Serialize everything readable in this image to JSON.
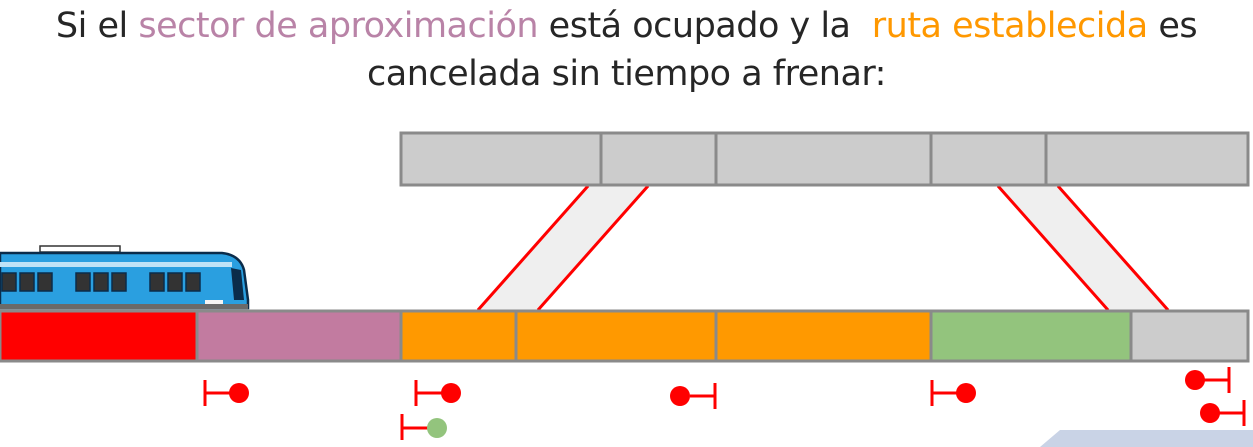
{
  "title": {
    "part1": "Si el ",
    "highlight1": "sector de aproximación",
    "part2": " está ocupado y la  ",
    "highlight2": "ruta establecida",
    "part3": " es",
    "line2": "cancelada sin tiempo a frenar:"
  },
  "colors": {
    "occupied": "#ff0000",
    "approach": "#c27ba0",
    "route": "#ff9900",
    "clear": "#93c47d",
    "track": "#cccccc",
    "border": "#8a8a8a",
    "signal_red": "#ff0000",
    "signal_green": "#93c47d"
  },
  "track_sections": [
    {
      "name": "occupied",
      "color": "#ff0000"
    },
    {
      "name": "approach",
      "color": "#c27ba0"
    },
    {
      "name": "route-1",
      "color": "#ff9900"
    },
    {
      "name": "route-2",
      "color": "#ff9900"
    },
    {
      "name": "route-3",
      "color": "#ff9900"
    },
    {
      "name": "clear",
      "color": "#93c47d"
    },
    {
      "name": "end",
      "color": "#cccccc"
    }
  ],
  "upper_sections": [
    "upper-1",
    "upper-2",
    "upper-3",
    "upper-4",
    "upper-5"
  ],
  "signals": [
    {
      "name": "signal-1",
      "aspect": "red"
    },
    {
      "name": "signal-2",
      "aspect": "red"
    },
    {
      "name": "signal-2-lower",
      "aspect": "green"
    },
    {
      "name": "signal-3",
      "aspect": "red"
    },
    {
      "name": "signal-4",
      "aspect": "red"
    },
    {
      "name": "signal-5-upper",
      "aspect": "red"
    },
    {
      "name": "signal-5-lower",
      "aspect": "red"
    }
  ],
  "train": {
    "icon": "train-icon"
  }
}
